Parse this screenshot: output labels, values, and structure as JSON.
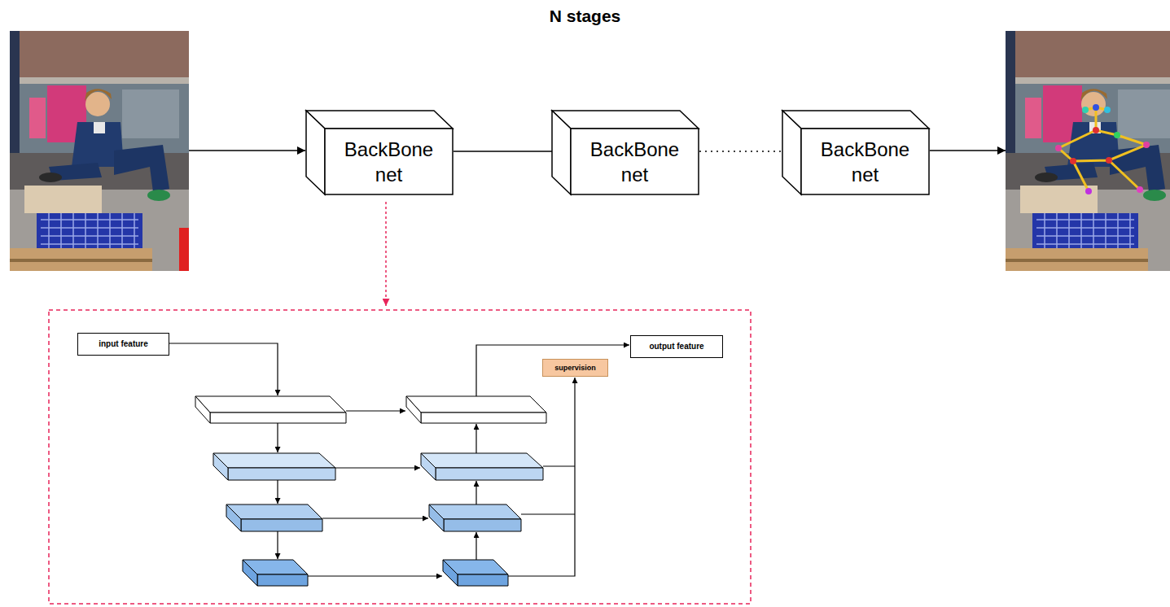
{
  "diagram": {
    "title": "N stages",
    "nodes": [
      {
        "text": [
          "BackBone net"
        ]
      },
      {
        "text": [
          "BackBone net"
        ]
      },
      {
        "text": [
          "BackBone net"
        ]
      },
      {
        "text": [
          "input feature"
        ]
      },
      {
        "text": [
          "supervision"
        ]
      },
      {
        "text": [
          "output feature"
        ]
      }
    ],
    "edges": [
      {
        "from": 0,
        "to": 1,
        "arrow": "to"
      },
      {
        "from": 1,
        "to": 2,
        "arrow": "none"
      }
    ]
  }
}
